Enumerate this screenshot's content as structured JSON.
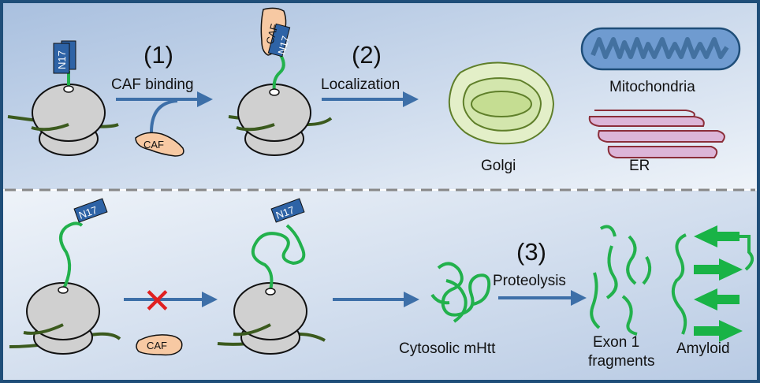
{
  "panel_top": {
    "tag_n17": "N17",
    "tag_caf_bound": "CAF",
    "tag_n17_bound": "N17",
    "tag_caf_free": "CAF",
    "step1": {
      "number": "(1)",
      "label": "CAF binding"
    },
    "step2": {
      "number": "(2)",
      "label": "Localization"
    },
    "organelles": {
      "golgi": "Golgi",
      "mitochondria": "Mitochondria",
      "er": "ER"
    }
  },
  "panel_bottom": {
    "tag_n17_a": "N17",
    "tag_n17_b": "N17",
    "tag_caf": "CAF",
    "blocked_mark": "✕",
    "cytosolic": "Cytosolic mHtt",
    "step3": {
      "number": "(3)",
      "label": "Proteolysis"
    },
    "fragments_line1": "Exon 1",
    "fragments_line2": "fragments",
    "amyloid": "Amyloid"
  },
  "colors": {
    "border": "#1f4e79",
    "top_bg": "#b4c8e2",
    "bottom_bg": "#c9d6e8",
    "arrow": "#3d6fa8",
    "ribosome": "#d0d0d0",
    "mrna": "#3b5a1e",
    "peptide": "#22b14c",
    "tag": "#2e63a6",
    "caf": "#f7c9a3",
    "golgi": "#d9e8b8",
    "mito": "#5f8fc9",
    "er": "#d9b3d6",
    "cross": "#e02020"
  }
}
